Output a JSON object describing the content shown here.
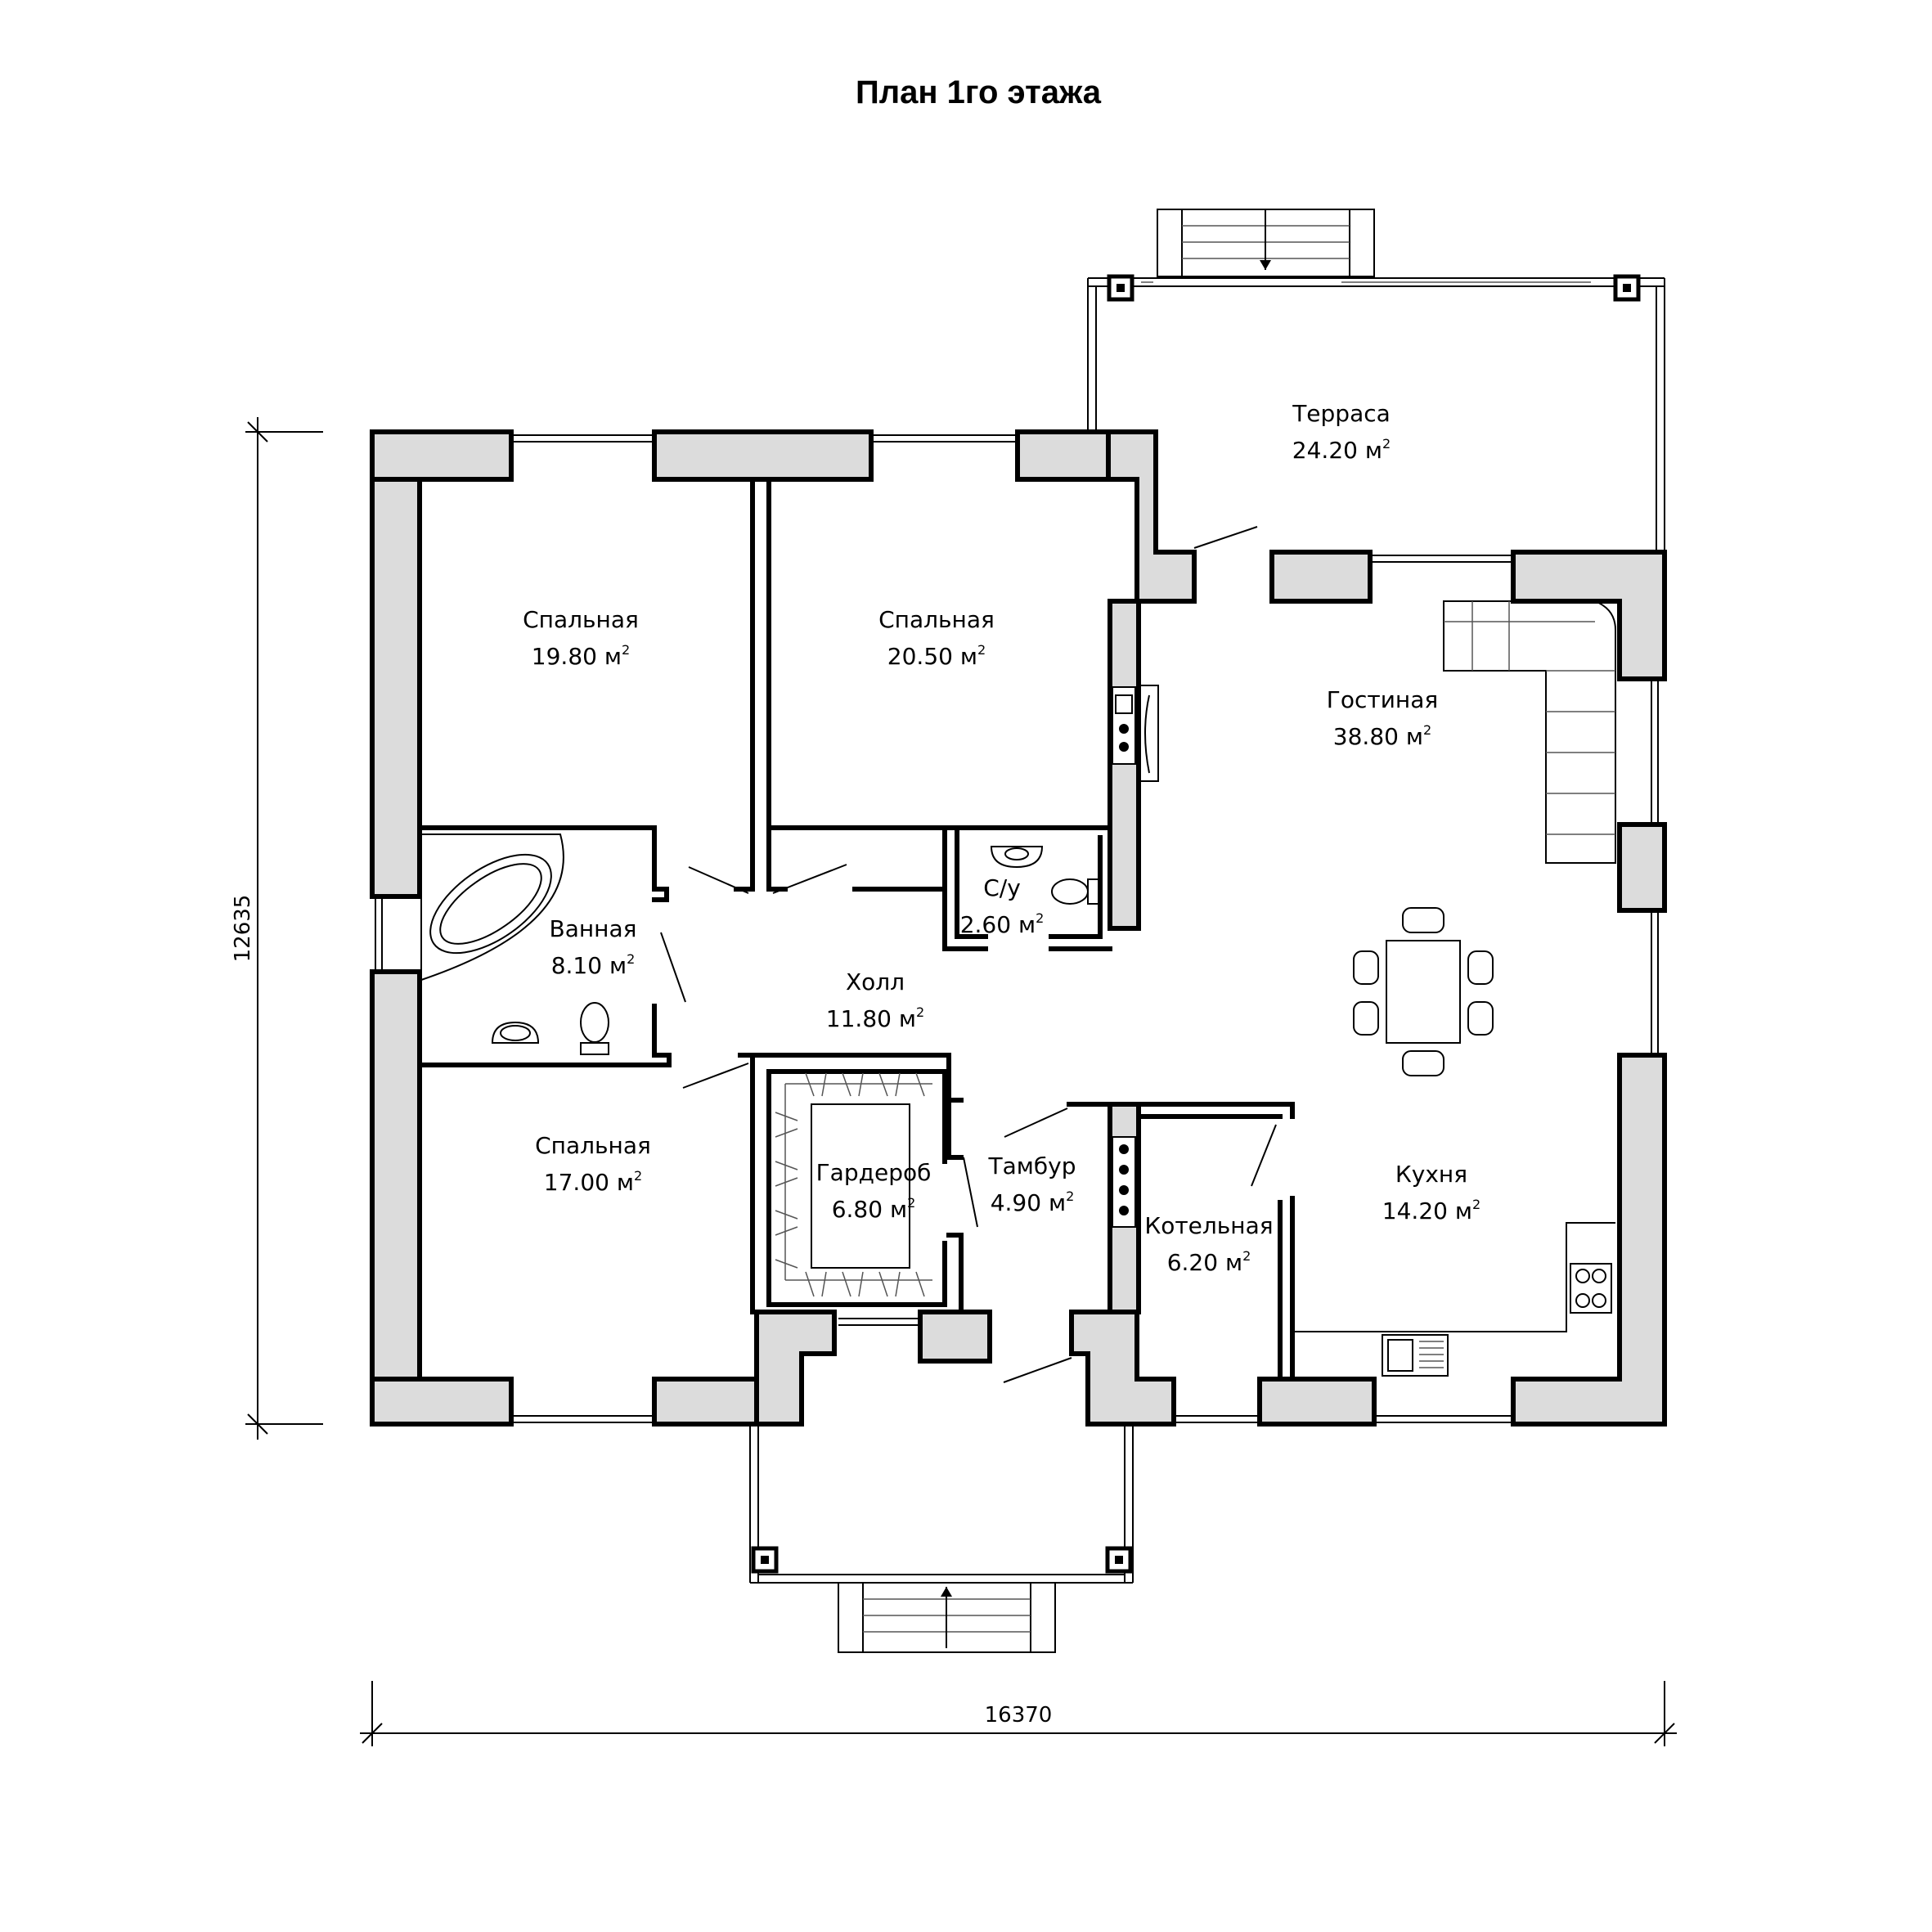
{
  "title": "План 1го этажа",
  "dimensions": {
    "width": "16370",
    "height": "12635"
  },
  "area_unit": "м",
  "area_exp": "2",
  "rooms": [
    {
      "name": "Терраса",
      "area": "24.20"
    },
    {
      "name": "Спальная",
      "area": "19.80"
    },
    {
      "name": "Спальная",
      "area": "20.50"
    },
    {
      "name": "Гостиная",
      "area": "38.80"
    },
    {
      "name": "С/у",
      "area": "2.60"
    },
    {
      "name": "Ванная",
      "area": "8.10"
    },
    {
      "name": "Холл",
      "area": "11.80"
    },
    {
      "name": "Спальная",
      "area": "17.00"
    },
    {
      "name": "Тамбур",
      "area": "4.90"
    },
    {
      "name": "Гардероб",
      "area": "6.80"
    },
    {
      "name": "Кухня",
      "area": "14.20"
    },
    {
      "name": "Котельная",
      "area": "6.20"
    }
  ]
}
